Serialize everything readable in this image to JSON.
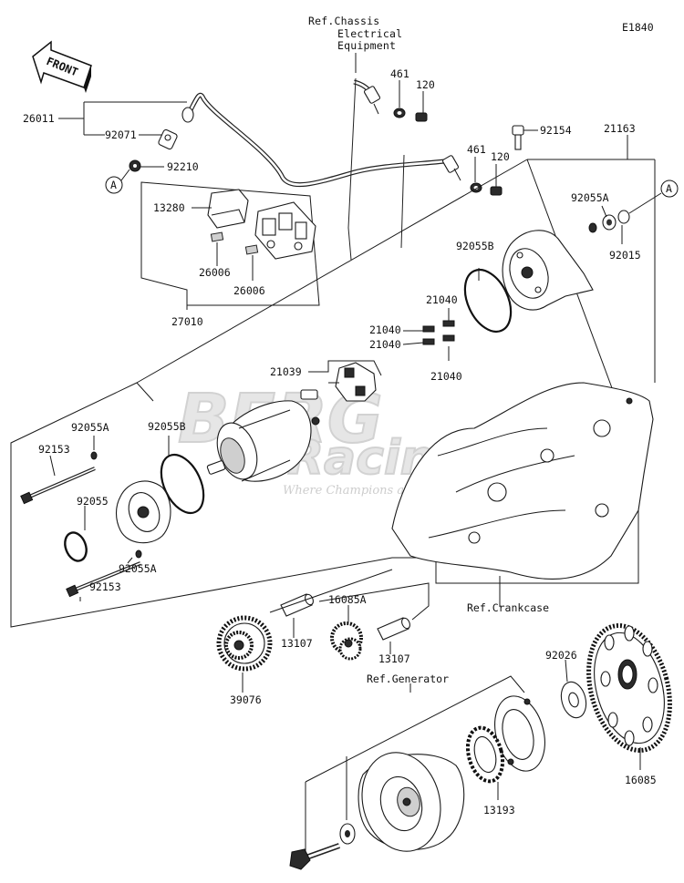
{
  "diagram_code": "E1840",
  "front_label": "FRONT",
  "callout_marker": "A",
  "references": {
    "chassis": [
      "Ref.Chassis",
      "Electrical",
      "Equipment"
    ],
    "crankcase": "Ref.Crankcase",
    "generator": "Ref.Generator"
  },
  "parts": {
    "p26011": "26011",
    "p92071": "92071",
    "p92210": "92210",
    "p461a": "461",
    "p120a": "120",
    "p461b": "461",
    "p120b": "120",
    "p92154": "92154",
    "p21163": "21163",
    "p13280": "13280",
    "p26006a": "26006",
    "p26006b": "26006",
    "p27010": "27010",
    "p92055A_top": "92055A",
    "p92015": "92015",
    "p92055B_top": "92055B",
    "p21040_a": "21040",
    "p21040_b": "21040",
    "p21040_c": "21040",
    "p21040_d": "21040",
    "p21039": "21039",
    "p92055A_left": "92055A",
    "p92055B_left": "92055B",
    "p92153_top": "92153",
    "p92055": "92055",
    "p92153_bottom": "92153",
    "p92055A_bottom": "92055A",
    "p13107_a": "13107",
    "p16085A": "16085A",
    "p13107_b": "13107",
    "p39076": "39076",
    "p92026": "92026",
    "p16085": "16085",
    "p13193": "13193"
  },
  "watermark": {
    "line1": "BERG",
    "line2": "Racing",
    "tagline": "Where Champions are m"
  }
}
